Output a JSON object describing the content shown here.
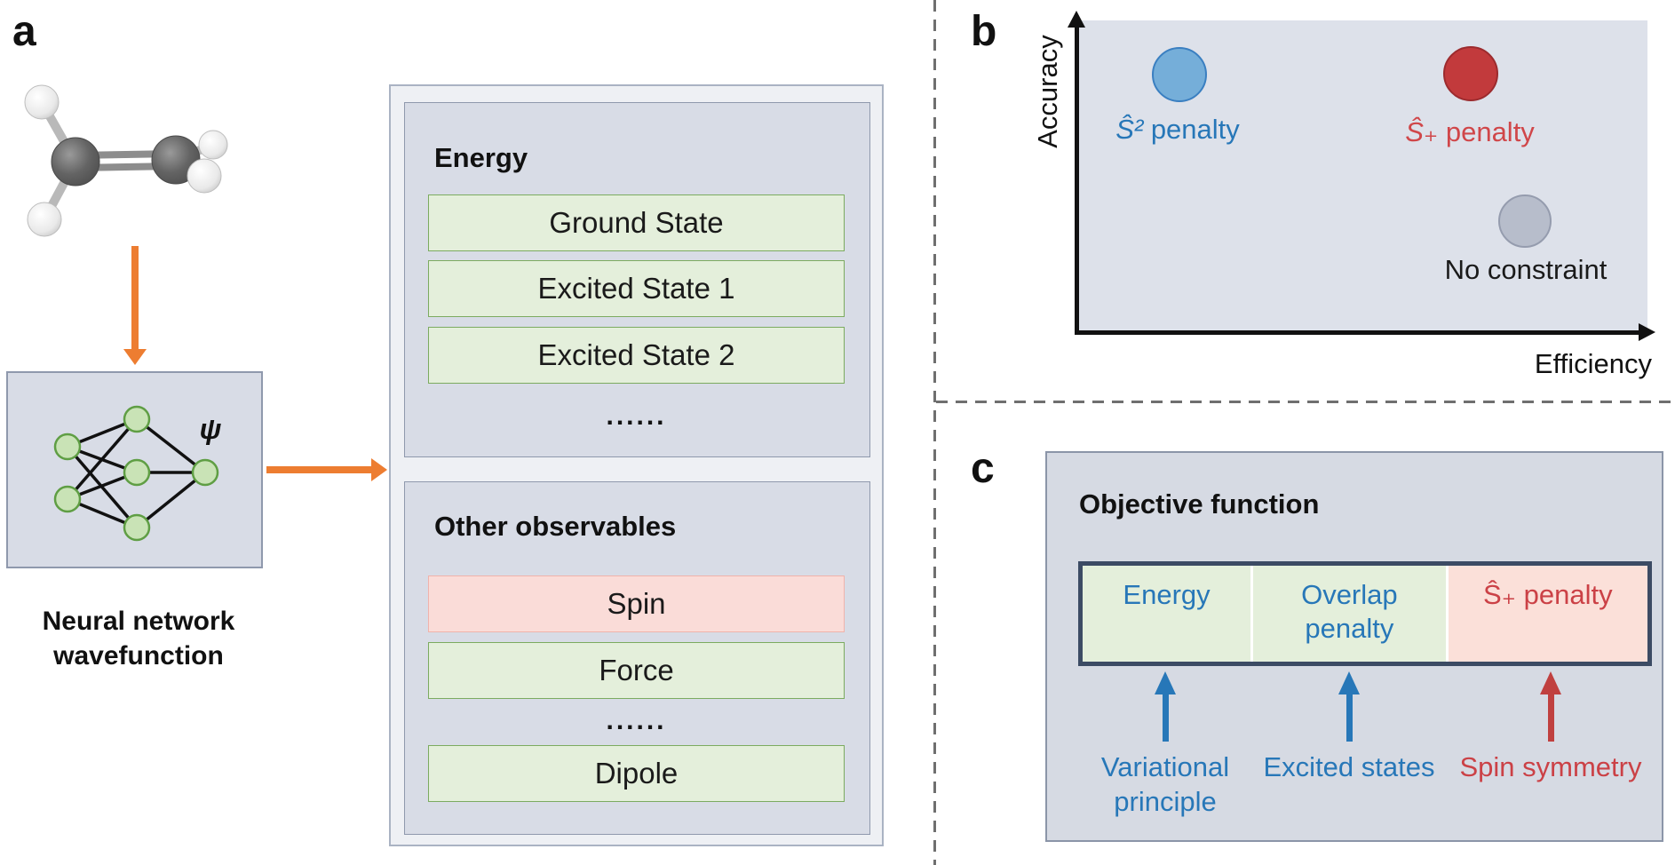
{
  "panel_a": {
    "label": "a",
    "psi": "ψ",
    "caption_line1": "Neural network",
    "caption_line2": "wavefunction",
    "molecule": "ethylene-ball-and-stick",
    "energy": {
      "title": "Energy",
      "row1": "Ground State",
      "row2": "Excited State 1",
      "row3": "Excited State 2",
      "dots": "......"
    },
    "observables": {
      "title": "Other observables",
      "row_spin": "Spin",
      "row_force": "Force",
      "dots": "......",
      "row_dipole": "Dipole"
    }
  },
  "panel_b": {
    "label": "b",
    "y_axis": "Accuracy",
    "x_axis": "Efficiency",
    "points": [
      {
        "name": "s2-penalty",
        "op": "Ŝ²",
        "rest": " penalty",
        "color": "#75aed9",
        "accuracy": "high",
        "efficiency": "low"
      },
      {
        "name": "splus-penalty",
        "op": "Ŝ₊",
        "rest": " penalty",
        "color": "#c23a3c",
        "accuracy": "high",
        "efficiency": "high"
      },
      {
        "name": "no-constraint",
        "label": "No constraint",
        "color": "#b7bdcb",
        "accuracy": "low",
        "efficiency": "high"
      }
    ]
  },
  "panel_c": {
    "label": "c",
    "title": "Objective function",
    "seg1": "Energy",
    "seg2_line1": "Overlap",
    "seg2_line2": "penalty",
    "seg3_op": "Ŝ₊",
    "seg3_rest": " penalty",
    "arrow1_label": "Variational principle",
    "arrow2_label": "Excited states",
    "arrow3_label": "Spin symmetry"
  },
  "colors": {
    "orange_arrow": "#ed7d31",
    "blue_text": "#2777b8",
    "red_text": "#cb4146",
    "green_fill": "#e4efdb",
    "pink_fill": "#fadcd8",
    "panel_fill": "#d8dce6",
    "plot_fill": "#dde1ea",
    "outer_fill": "#eef0f4",
    "bar_border": "#3c4b64",
    "blue_dot": "#75aed9",
    "red_dot": "#c23a3c",
    "gray_dot": "#b7bdcb"
  }
}
